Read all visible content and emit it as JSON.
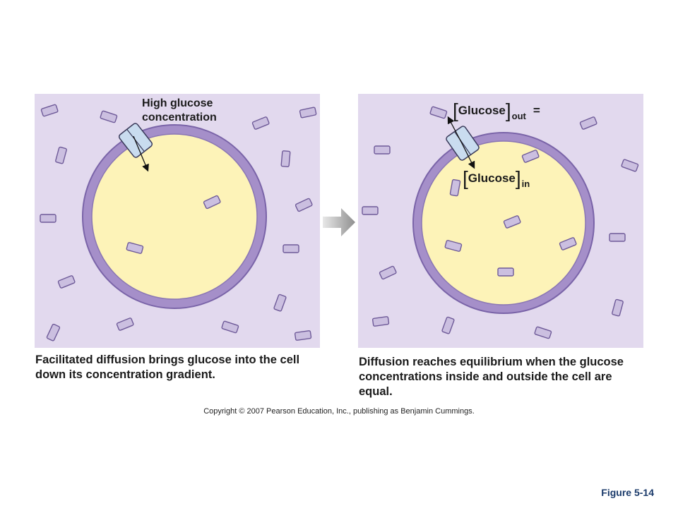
{
  "left_panel": {
    "label_line1": "High glucose",
    "label_line2": "concentration",
    "caption_bold": "Facilitated diffusion",
    "caption_rest": " brings glucose into the cell down its concentration gradient."
  },
  "right_panel": {
    "out_word": "Glucose",
    "out_sub": "out",
    "equals": "=",
    "in_word": "Glucose",
    "in_sub": "in",
    "caption": "Diffusion reaches equilibrium when the glucose concentrations inside and outside the cell are equal."
  },
  "copyright": "Copyright © 2007 Pearson Education, Inc., publishing as Benjamin Cummings.",
  "figure_label": "Figure 5-14",
  "colors": {
    "background_fluid": "#e2d9ee",
    "cytoplasm": "#fdf3b8",
    "membrane": "#a58fc9",
    "membrane_edge": "#7a64a8",
    "glucose_fill": "#cbbfe0",
    "glucose_stroke": "#6e5a98",
    "transporter": "#c9dcef",
    "arrow": "#a0a0a0"
  }
}
